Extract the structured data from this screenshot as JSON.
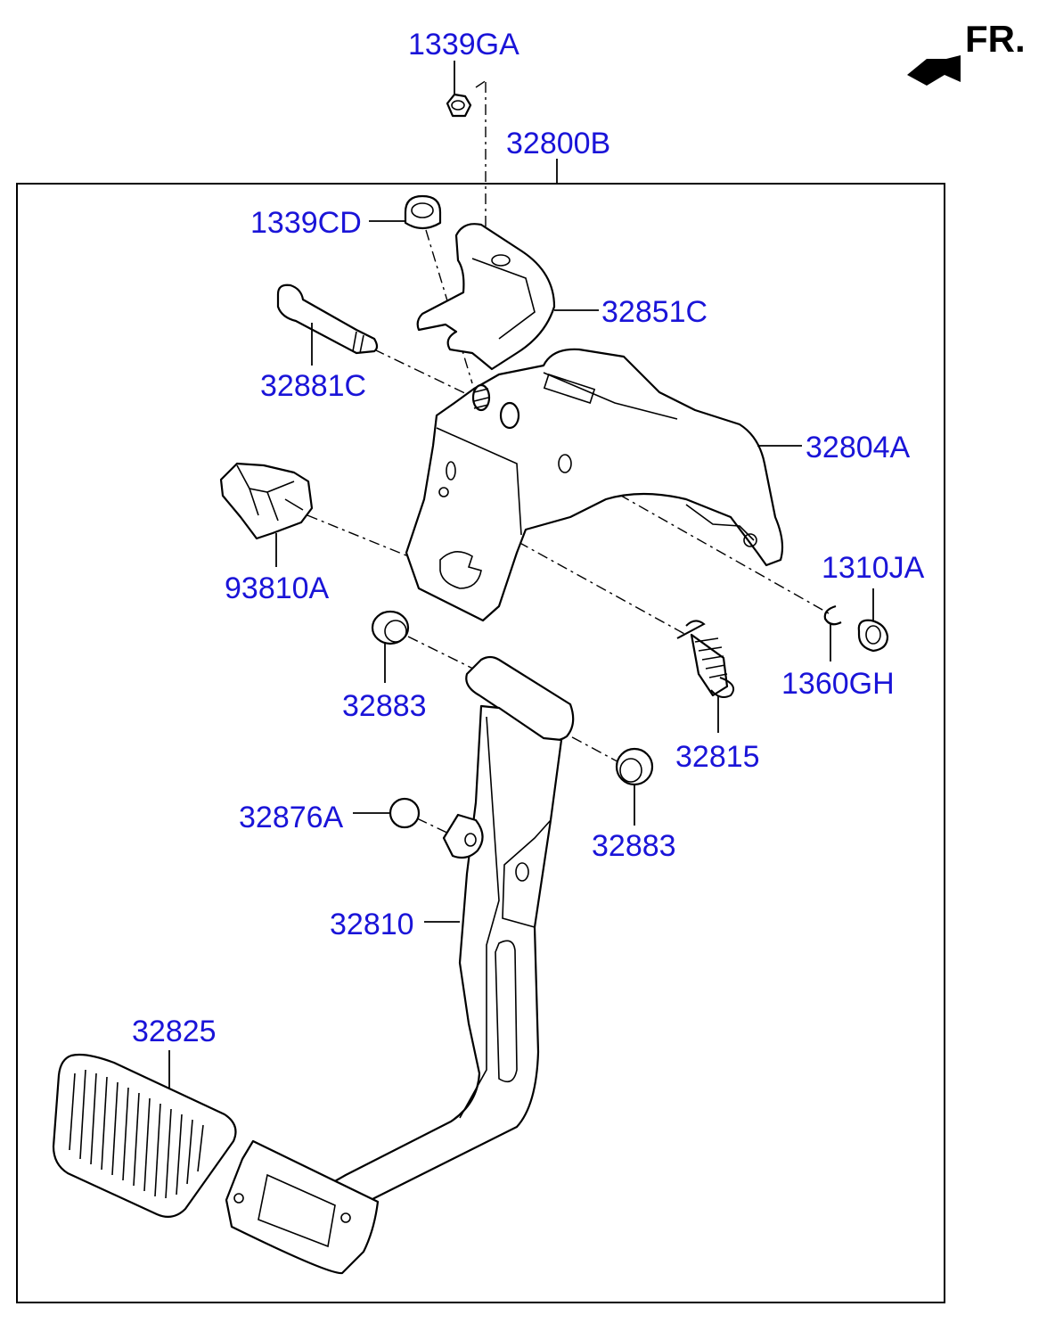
{
  "direction": {
    "label": "FR.",
    "arrow_icon": "front-direction-arrow-icon"
  },
  "assembly": {
    "part_number": "32800B"
  },
  "parts": {
    "p1339GA": "1339GA",
    "p1339CD": "1339CD",
    "p32851C": "32851C",
    "p32881C": "32881C",
    "p32804A": "32804A",
    "p93810A": "93810A",
    "p1310JA": "1310JA",
    "p1360GH": "1360GH",
    "p32883_left": "32883",
    "p32815": "32815",
    "p32876A": "32876A",
    "p32883_right": "32883",
    "p32810": "32810",
    "p32825": "32825"
  },
  "colors": {
    "label_blue": "#1a14d8",
    "line": "#000000",
    "background": "#ffffff"
  }
}
